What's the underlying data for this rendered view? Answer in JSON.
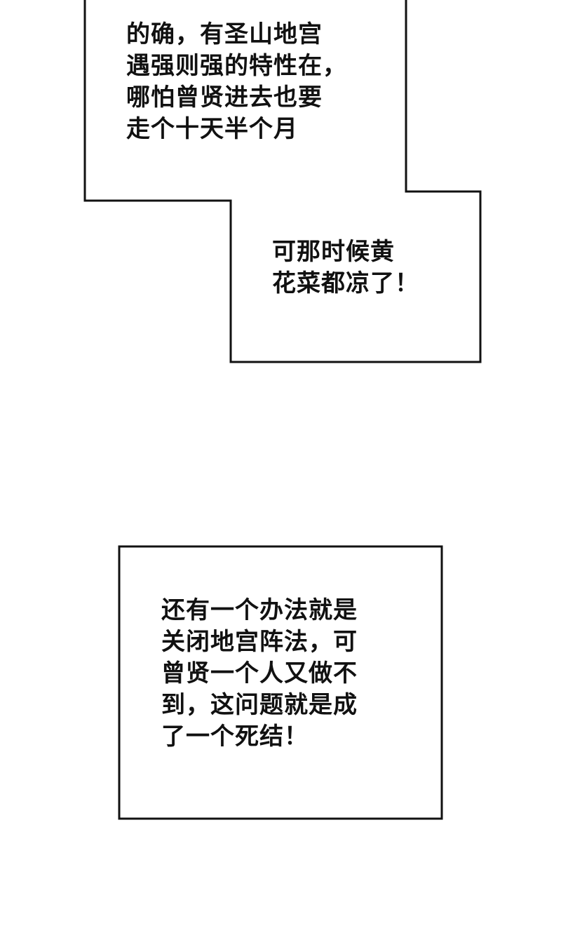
{
  "panels": [
    {
      "id": "top-left-box",
      "lines": [
        "的确，有圣山地宫",
        "遇强则强的特性在，",
        "哪怕曾贤进去也要",
        "走个十天半个月"
      ]
    },
    {
      "id": "right-box",
      "lines": [
        "可那时候黄",
        "花菜都凉了！"
      ]
    },
    {
      "id": "bottom-box",
      "lines": [
        "还有一个办法就是",
        "关闭地宫阵法，可",
        "曾贤一个人又做不",
        "到，这问题就是成",
        "了一个死结！"
      ]
    }
  ],
  "colors": {
    "background": "#ffffff",
    "border": "#111111",
    "text": "#111111"
  }
}
